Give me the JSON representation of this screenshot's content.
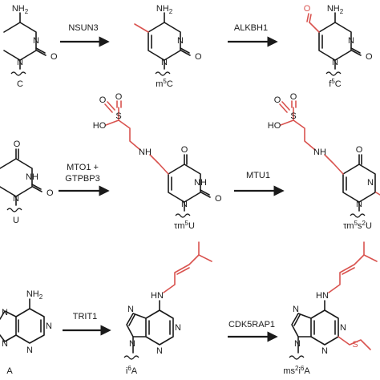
{
  "enzymes": {
    "nsun3": "NSUN3",
    "alkbh1": "ALKBH1",
    "mto1_line1": "MTO1 +",
    "mto1_line2": "GTPBP3",
    "mtu1": "MTU1",
    "trit1": "TRIT1",
    "cdk5rap1": "CDK5RAP1"
  },
  "molecules": {
    "c": {
      "label": "C"
    },
    "m5c": {
      "label_main": "m",
      "label_sup": "5",
      "label_end": "C"
    },
    "f5c": {
      "label_main": "f",
      "label_sup": "5",
      "label_end": "C"
    },
    "u": {
      "label": "U"
    },
    "taum5u": {
      "label_main": "τm",
      "label_sup": "5",
      "label_end": "U"
    },
    "taum5s2u": {
      "label_main": "τm",
      "label_sup": "5",
      "label_mid": "s",
      "label_sup2": "2",
      "label_end": "U"
    },
    "a": {
      "label": "A"
    },
    "i6a": {
      "label_main": "i",
      "label_sup": "6",
      "label_end": "A"
    },
    "ms2i6a": {
      "label_main": "ms",
      "label_sup": "2",
      "label_mid": "i",
      "label_sup2": "6",
      "label_end": "A"
    }
  },
  "atoms": {
    "nh2": "NH",
    "sub2": "2",
    "n": "N",
    "o": "O",
    "nh": "NH",
    "s": "S",
    "ho": "HO",
    "h": "H"
  },
  "colors": {
    "bond": "#1a1a1a",
    "modification": "#d9534f",
    "background": "#ffffff"
  }
}
